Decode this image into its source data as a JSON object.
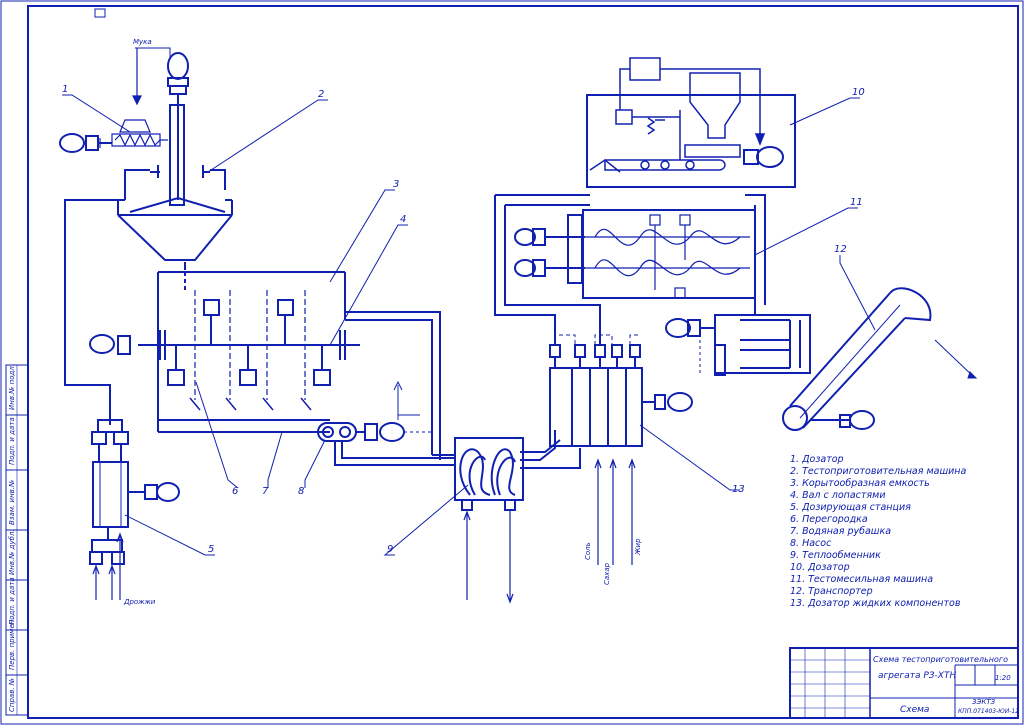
{
  "labels": {
    "flour": "Мука",
    "yeast": "Дрожжи",
    "salt": "Соль",
    "sugar": "Сахар",
    "fat": "Жир"
  },
  "callouts": [
    "1",
    "2",
    "3",
    "4",
    "5",
    "6",
    "7",
    "8",
    "9",
    "10",
    "11",
    "12",
    "13"
  ],
  "legend": [
    "1. Дозатор",
    "2. Тестоприготовительная машина",
    "3. Корытообразная емкость",
    "4. Вал с лопастями",
    "5. Дозирующая станция",
    "6. Перегородка",
    "7. Водяная рубашка",
    "8. Насос",
    "9. Теплообменник",
    "10. Дозатор",
    "11. Тестомесильная машина",
    "12. Транспортер",
    "13. Дозатор жидких компонентов"
  ],
  "title_block": {
    "title_line1": "Схема тестоприготовительного",
    "title_line2": "агрегата РЗ-ХТН",
    "sheet_name": "Схема",
    "scale": "1:20",
    "doc_code": "КПП.071403-ЮИ-12",
    "org": "ЗЭКТЗ"
  },
  "side_stamp": [
    "Инв.№ подл.",
    "Подп. и дата",
    "Взам. инв.№",
    "Инв.№ дубл.",
    "Подп. и дата",
    "Перв. примен.",
    "Справ. №"
  ],
  "colors": {
    "line": "#1020b0",
    "background": "#ffffff"
  }
}
